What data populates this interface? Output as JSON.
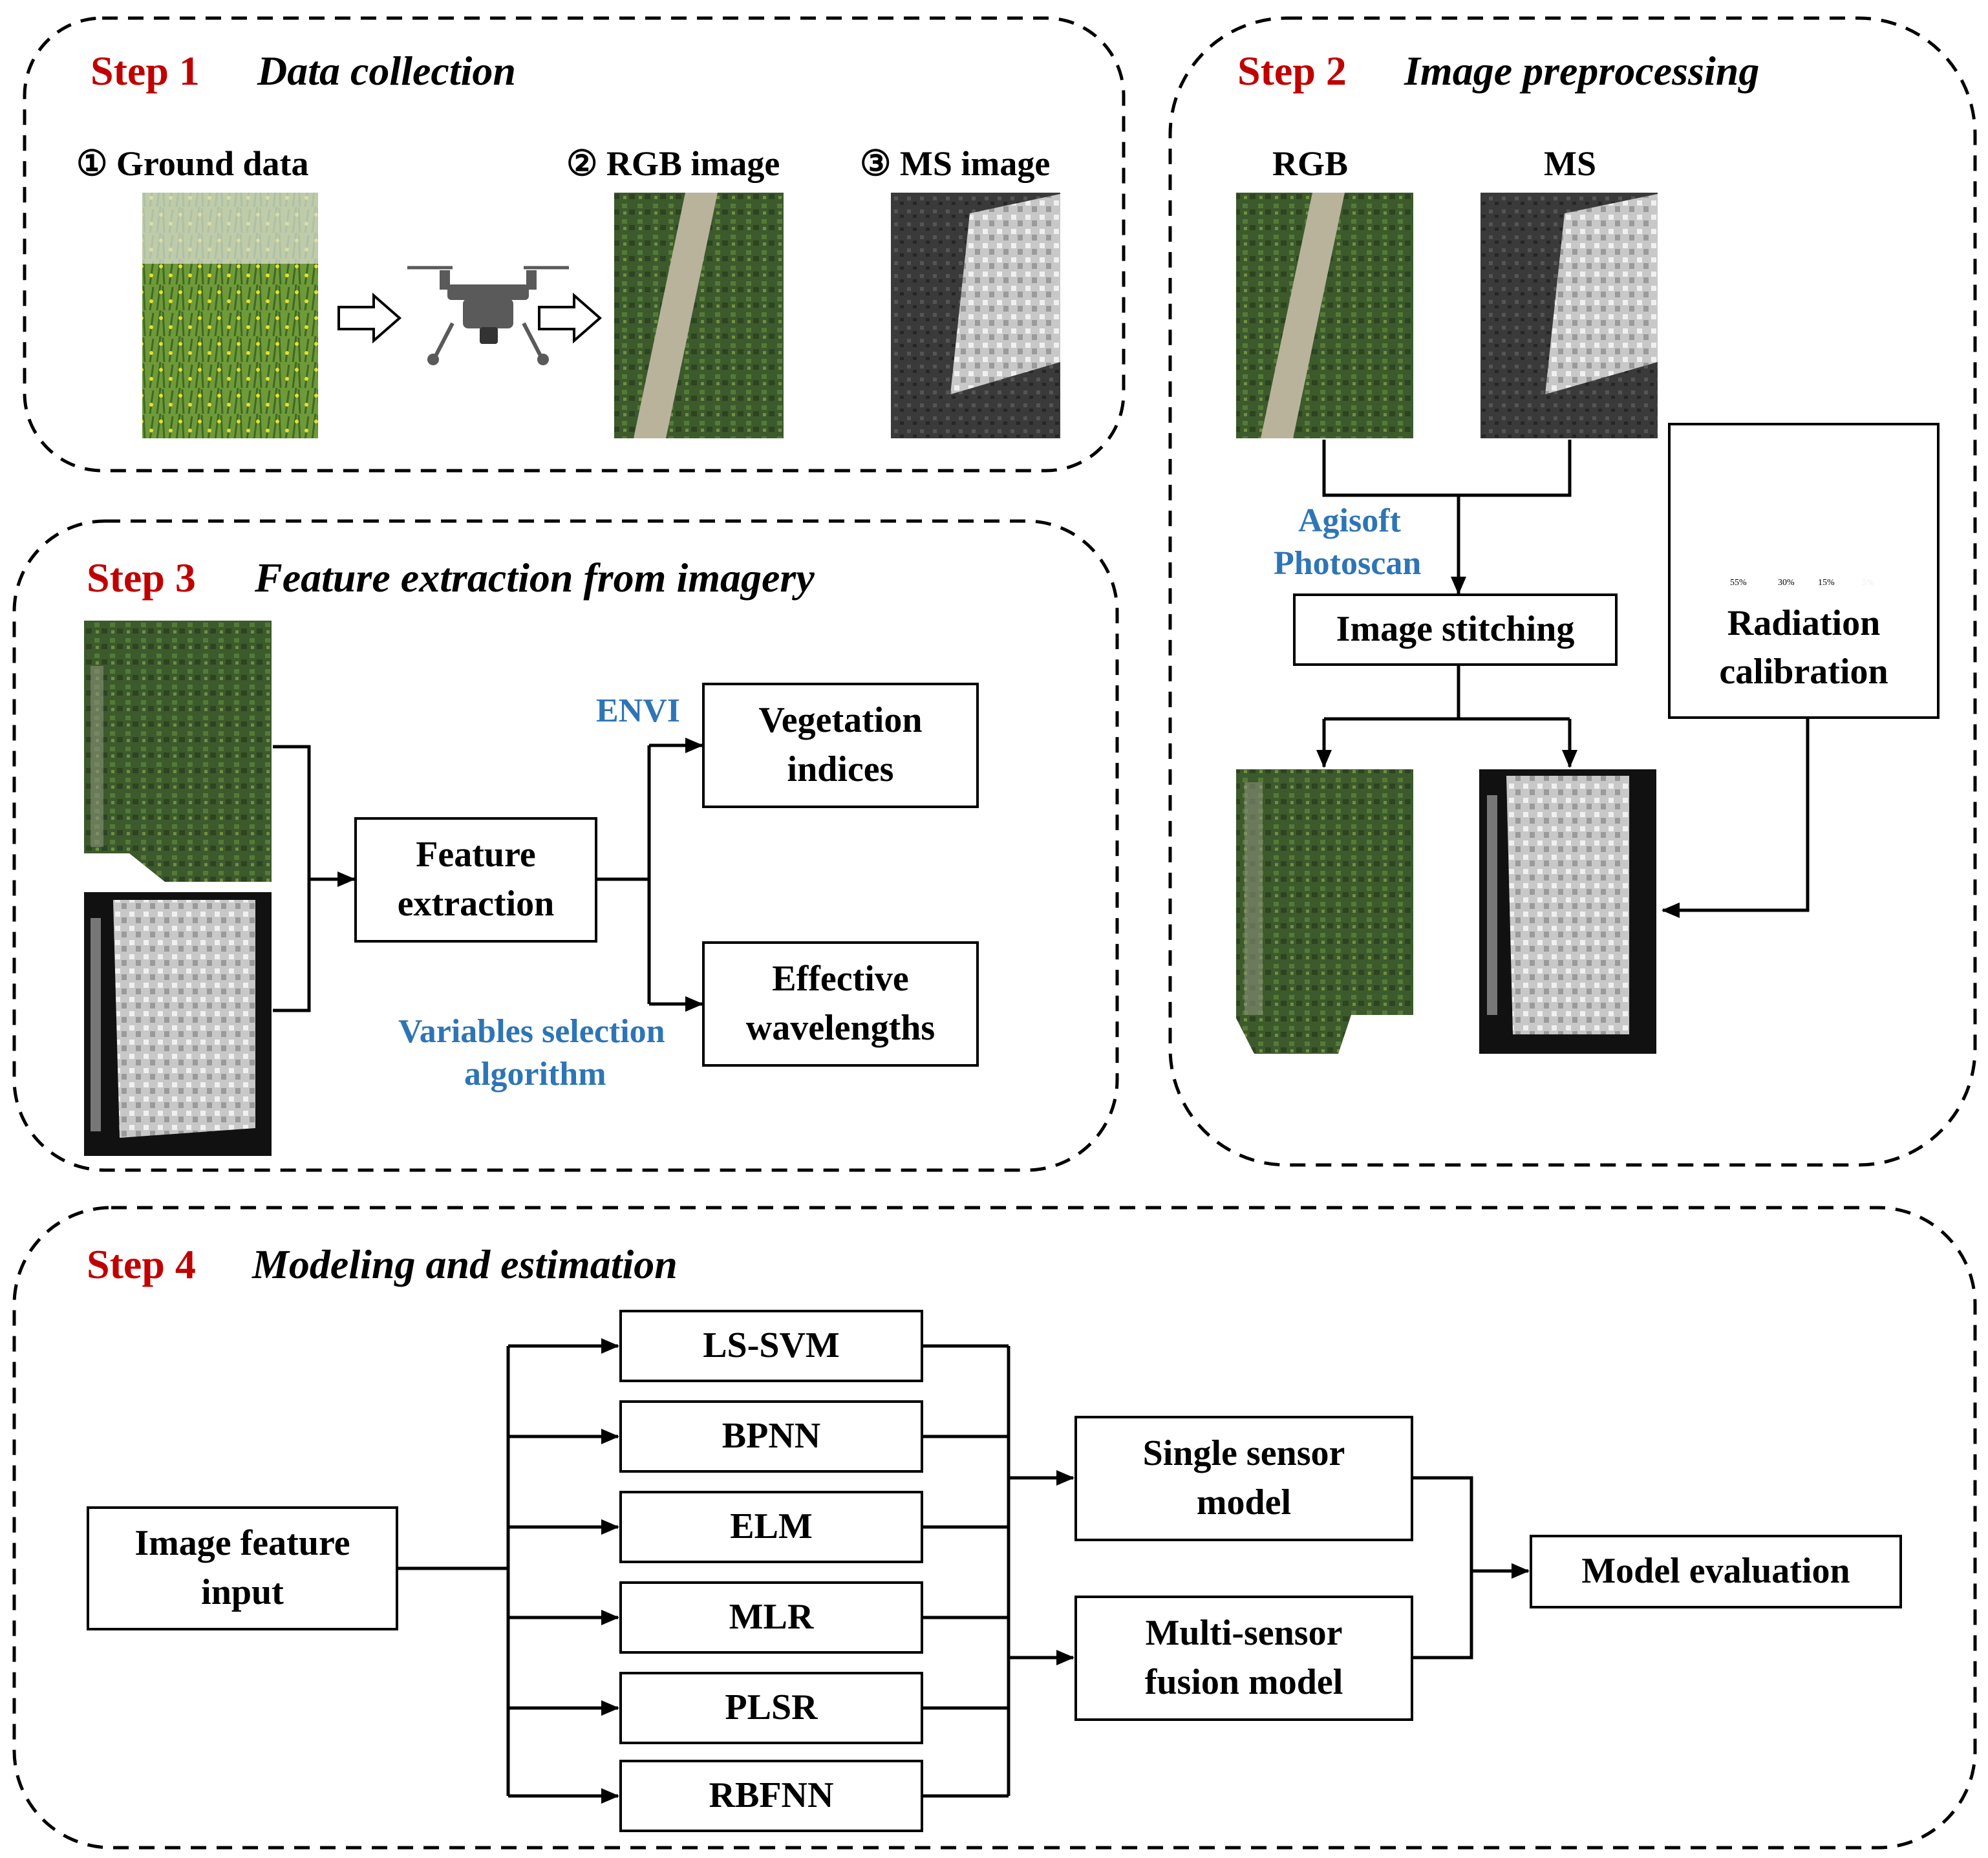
{
  "step1": {
    "step": "Step 1",
    "title": "Data collection",
    "ground_label": "① Ground data",
    "rgb_label": "② RGB image",
    "ms_label": "③ MS image"
  },
  "step2": {
    "step": "Step 2",
    "title": "Image preprocessing",
    "rgb": "RGB",
    "ms": "MS",
    "software_line1": "Agisoft",
    "software_line2": "Photoscan",
    "stitching": "Image stitching",
    "calibration_line1": "Radiation",
    "calibration_line2": "calibration",
    "panel_labels": [
      "55%",
      "30%",
      "15%",
      "5%"
    ]
  },
  "step3": {
    "step": "Step 3",
    "title": "Feature extraction from imagery",
    "feature_line1": "Feature",
    "feature_line2": "extraction",
    "envi": "ENVI",
    "vi_line1": "Vegetation",
    "vi_line2": "indices",
    "ew_line1": "Effective",
    "ew_line2": "wavelengths",
    "vsa_line1": "Variables selection",
    "vsa_line2": "algorithm"
  },
  "step4": {
    "step": "Step 4",
    "title": "Modeling and estimation",
    "input_line1": "Image feature",
    "input_line2": "input",
    "models": [
      "LS-SVM",
      "BPNN",
      "ELM",
      "MLR",
      "PLSR",
      "RBFNN"
    ],
    "single_line1": "Single sensor",
    "single_line2": "model",
    "fusion_line1": "Multi-sensor",
    "fusion_line2": "fusion model",
    "evaluation": "Model evaluation"
  },
  "colors": {
    "step_red": "#c00000",
    "software_blue": "#2e75b6",
    "crop_green": "#3f5a2a",
    "ms_gray": "#b8b8b8"
  }
}
